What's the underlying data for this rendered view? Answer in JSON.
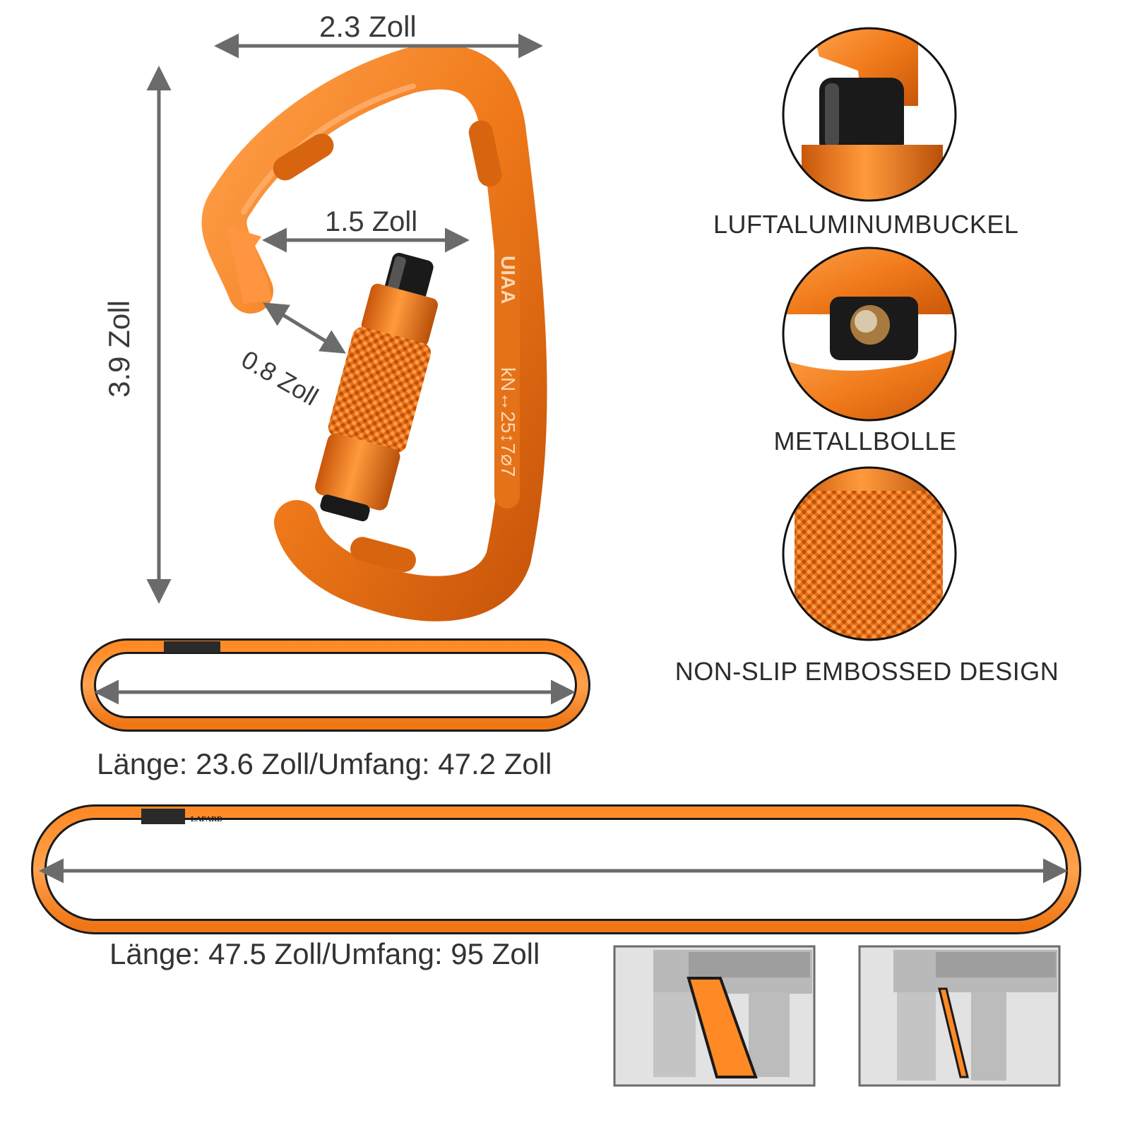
{
  "dimensions": {
    "width": "2.3 Zoll",
    "height": "3.9 Zoll",
    "gate_opening": "1.5 Zoll",
    "gate_gap": "0.8 Zoll"
  },
  "carabiner_marking": {
    "brand": "UIAA",
    "strength": "kN↔25↕7⌀7"
  },
  "features": [
    {
      "label": "LUFTALUMINUMBUCKEL"
    },
    {
      "label": "METALLBOLLE"
    },
    {
      "label": "NON-SLIP EMBOSSED DESIGN"
    }
  ],
  "slings": [
    {
      "label": "Länge: 23.6 Zoll/Umfang: 47.2 Zoll"
    },
    {
      "label": "Länge: 47.5 Zoll/Umfang: 95 Zoll",
      "tag": "LAPARD"
    }
  ],
  "colors": {
    "orange": "#f07a1a",
    "orange_dark": "#c9560a",
    "orange_light": "#ffa04a",
    "arrow": "#6b6b6b",
    "black": "#1a1a1a"
  }
}
